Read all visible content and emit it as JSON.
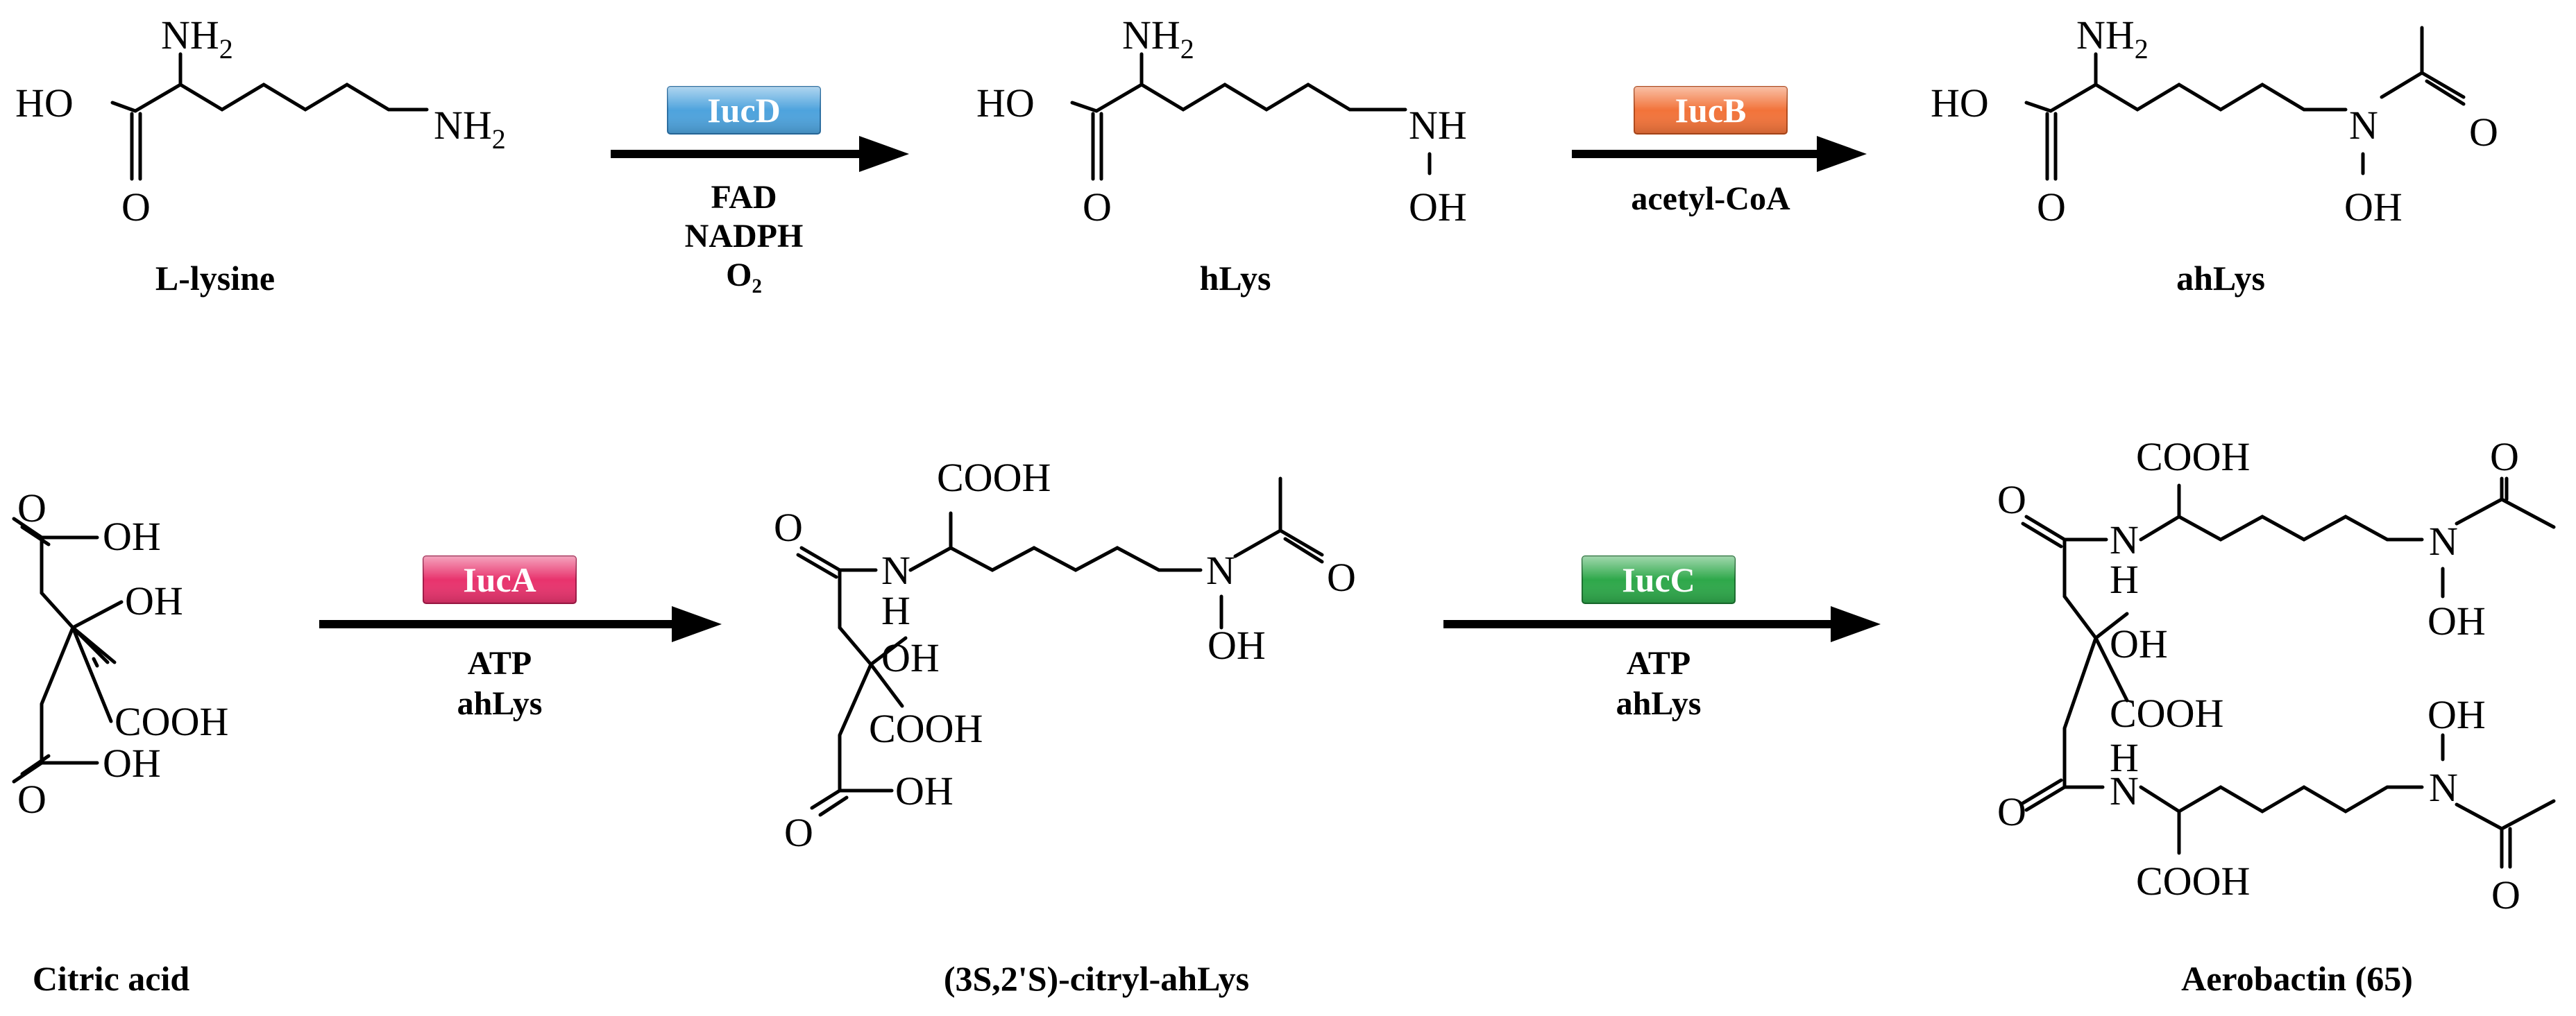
{
  "compounds": {
    "lysine": "L-lysine",
    "hlys": "hLys",
    "ahlys": "ahLys",
    "citric": "Citric acid",
    "citryl": "(3S,2'S)-citryl-ahLys",
    "aerobactin": "Aerobactin (65)"
  },
  "steps": {
    "step1": {
      "enzyme": "IucD",
      "color": "#4ea3dd",
      "cond1": "FAD",
      "cond2": "NADPH",
      "cond3": "O₂"
    },
    "step2": {
      "enzyme": "IucB",
      "color": "#f2733a",
      "cond1": "acetyl-CoA"
    },
    "step3": {
      "enzyme": "IucA",
      "color": "#e8336d",
      "cond1": "ATP",
      "cond2": "ahLys"
    },
    "step4": {
      "enzyme": "IucC",
      "color": "#2ea84a",
      "cond1": "ATP",
      "cond2": "ahLys"
    }
  },
  "atoms": {
    "nh2": "NH",
    "two": "2",
    "ho": "HO",
    "o": "O",
    "nh": "NH",
    "oh": "OH",
    "n": "N",
    "h": "H",
    "cooh": "COOH"
  }
}
